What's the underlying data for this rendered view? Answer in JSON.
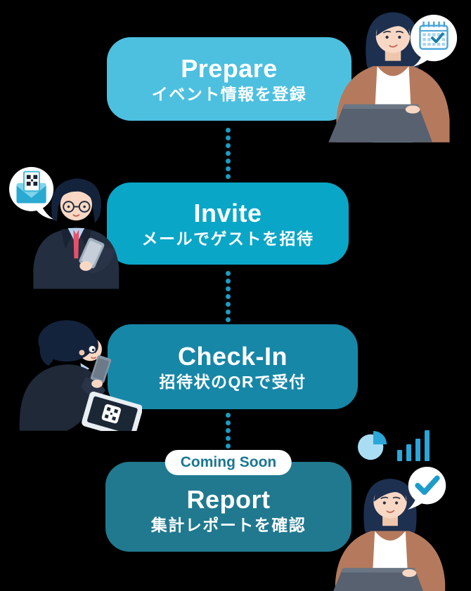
{
  "diagram": {
    "background": "#000000",
    "steps": [
      {
        "id": "prepare",
        "title": "Prepare",
        "subtitle": "イベント情報を登録",
        "color": "#4dc0e0"
      },
      {
        "id": "invite",
        "title": "Invite",
        "subtitle": "メールでゲストを招待",
        "color": "#0aa6c7"
      },
      {
        "id": "checkin",
        "title": "Check-In",
        "subtitle": "招待状のQRで受付",
        "color": "#1787a8"
      },
      {
        "id": "report",
        "title": "Report",
        "subtitle": "集計レポートを確認",
        "color": "#20798f",
        "badge": "Coming Soon"
      }
    ],
    "connector": {
      "style": "dotted",
      "dot_color": "#1d9cc0",
      "dot_counts": [
        7,
        7,
        5
      ]
    },
    "colors": {
      "step_text": "#ffffff",
      "badge_bg": "#ffffff",
      "badge_text": "#1a7792",
      "icon_blue": "#2aa7d8",
      "icon_light_blue": "#a9ddf3"
    },
    "icons": {
      "prepare_bubble": "calendar-check",
      "invite_bubble": "envelope-qr",
      "checkin_prop": "tablet-qr",
      "report_icons": [
        "pie-chart",
        "bar-chart",
        "check-mark-bubble"
      ]
    },
    "illustrations": [
      "woman-working-on-laptop",
      "man-holding-phone",
      "man-scanning-qr-tablet",
      "woman-working-on-laptop"
    ]
  }
}
